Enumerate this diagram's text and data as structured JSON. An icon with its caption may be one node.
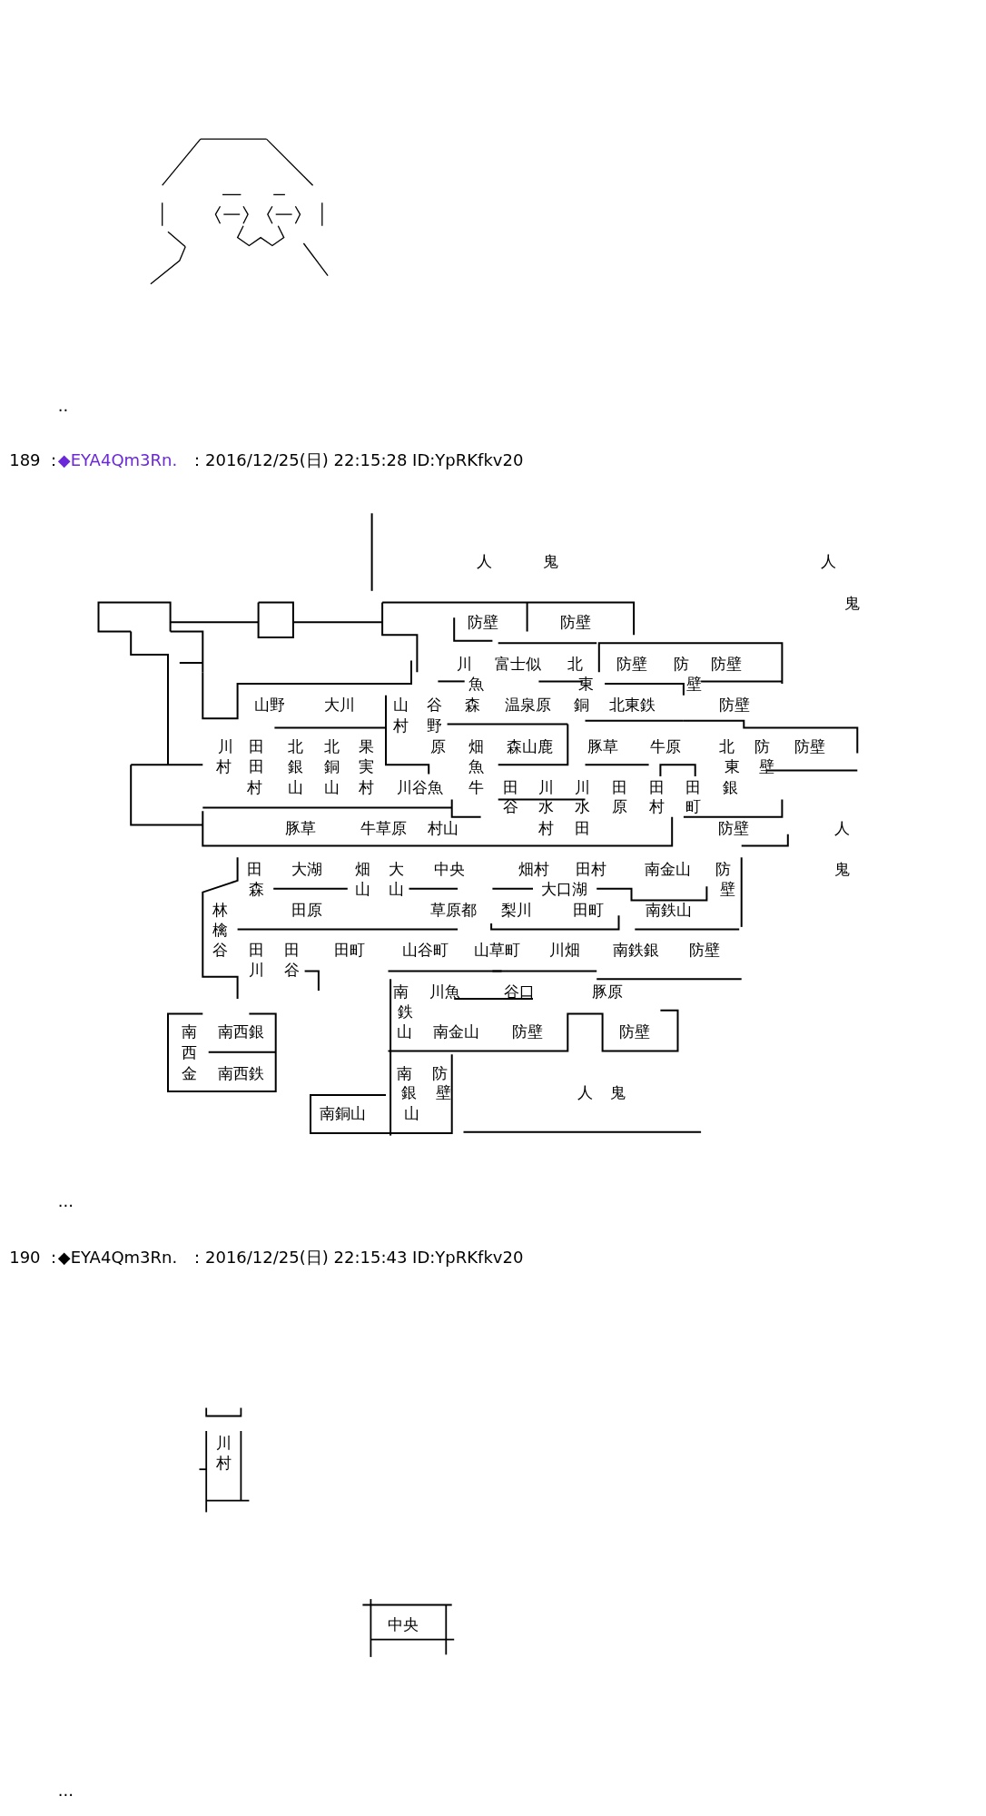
{
  "diagram": {
    "labels": [
      "..",
      "189 ：",
      "◆EYA4Qm3Rn.",
      "：2016/12/25(日) 22:15:28 ID:YpRKfkv20",
      "人",
      "鬼",
      "人",
      "鬼",
      "防壁",
      "防壁",
      "川",
      "富士似",
      "北",
      "防壁",
      "防",
      "防壁",
      "魚",
      "東",
      "壁",
      "山野",
      "大川",
      "山",
      "谷",
      "森",
      "温泉原",
      "銅",
      "北東鉄",
      "防壁",
      "村",
      "野",
      "川",
      "田",
      "北",
      "北",
      "果",
      "原",
      "畑",
      "森山鹿",
      "豚草",
      "牛原",
      "北",
      "防",
      "防壁",
      "村",
      "田",
      "銀",
      "銅",
      "実",
      "魚",
      "東",
      "壁",
      "村",
      "山",
      "山",
      "村",
      "川谷魚",
      "牛",
      "田",
      "川",
      "川",
      "田",
      "田",
      "田",
      "銀",
      "谷",
      "水",
      "水",
      "原",
      "村",
      "町",
      "豚草",
      "牛草原",
      "村山",
      "村",
      "田",
      "防壁",
      "人",
      "田",
      "大湖",
      "畑",
      "大",
      "中央",
      "畑村",
      "田村",
      "南金山",
      "防",
      "鬼",
      "森",
      "山",
      "山",
      "大口湖",
      "壁",
      "林",
      "田原",
      "草原都",
      "梨川",
      "田町",
      "南鉄山",
      "檎",
      "谷",
      "田",
      "田",
      "田町",
      "山谷町",
      "山草町",
      "川畑",
      "南鉄銀",
      "防壁",
      "川",
      "谷",
      "南",
      "川魚",
      "谷口",
      "豚原",
      "鉄",
      "南",
      "南西銀",
      "山",
      "南金山",
      "防壁",
      "防壁",
      "西",
      "金",
      "南西鉄",
      "南",
      "防",
      "銀",
      "壁",
      "人",
      "鬼",
      "南銅山",
      "山",
      "...",
      "190 ：",
      "◆EYA4Qm3Rn.",
      "：2016/12/25(日) 22:15:43 ID:YpRKfkv20",
      "川",
      "村",
      "中央",
      "..."
    ]
  }
}
